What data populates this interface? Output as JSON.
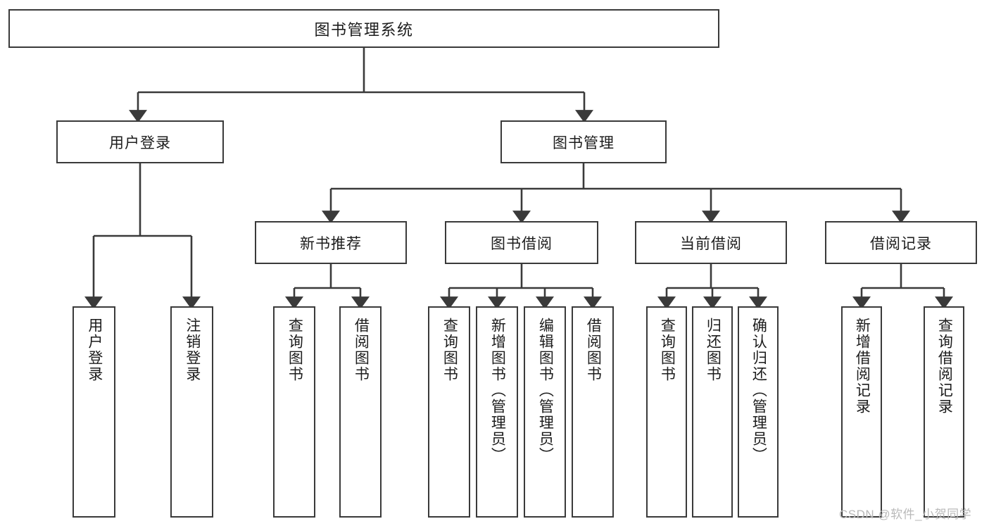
{
  "diagram": {
    "type": "tree",
    "title": "图书管理系统",
    "root": {
      "label": "图书管理系统"
    },
    "level1": [
      {
        "label": "用户登录"
      },
      {
        "label": "图书管理"
      }
    ],
    "level2": [
      {
        "label": "新书推荐"
      },
      {
        "label": "图书借阅"
      },
      {
        "label": "当前借阅"
      },
      {
        "label": "借阅记录"
      }
    ],
    "leaves": {
      "user_login": [
        "用户登录",
        "注销登录"
      ],
      "new_book_recommend": [
        "查询图书",
        "借阅图书"
      ],
      "book_borrow": [
        "查询图书",
        "新增图书（管理员）",
        "编辑图书（管理员）",
        "借阅图书"
      ],
      "current_borrow": [
        "查询图书",
        "归还图书",
        "确认归还（管理员）"
      ],
      "borrow_record": [
        "新增借阅记录",
        "查询借阅记录"
      ]
    }
  },
  "watermark": {
    "text": "CSDN @软件_小贺同学"
  },
  "colors": {
    "stroke": "#3a3a3a",
    "text": "#1c1c1c",
    "background": "#ffffff",
    "watermark": "#b9b9b9"
  }
}
